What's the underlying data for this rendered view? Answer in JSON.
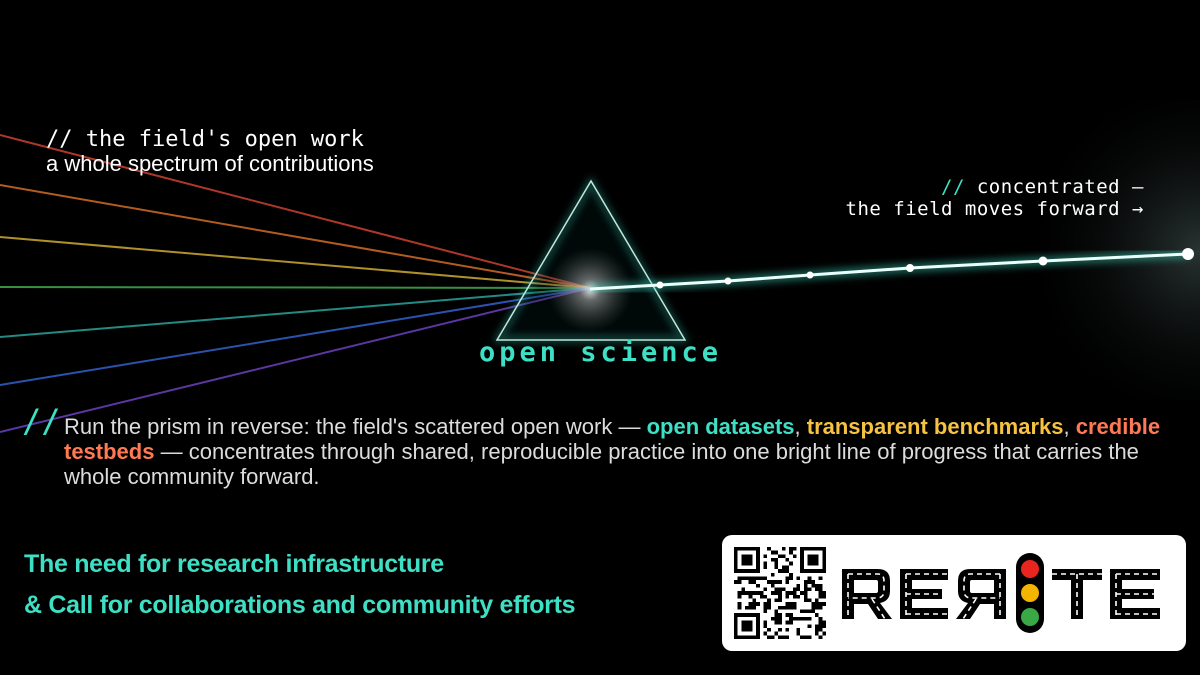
{
  "left_caption": {
    "line1": "// the field's open work",
    "line2": "a whole spectrum of contributions"
  },
  "right_caption": {
    "line1_prefix": "//",
    "line1_text": " concentrated —",
    "line2": "the field moves forward →"
  },
  "prism_label": "open science",
  "paragraph": {
    "mark": "//",
    "part1": "Run the prism in reverse: the field's scattered open work — ",
    "hl1": "open datasets",
    "part2": ", ",
    "hl2": "transparent benchmarks",
    "part3": ", ",
    "hl3": "credible testbeds",
    "part4": " — concentrates through shared, reproducible practice into one bright line of progress that carries the whole community forward."
  },
  "heading": {
    "line1": "The need for research infrastructure",
    "line2": "& Call for collaborations and community efforts"
  },
  "logo": {
    "wordmark": "RERITE",
    "lights": [
      "#e8251f",
      "#f4b400",
      "#3aa845"
    ]
  },
  "colors": {
    "accent": "#3ee0c5",
    "highlight_yellow": "#f5c241",
    "highlight_orange": "#ff7a52",
    "spectrum": [
      "#e84a3a",
      "#f07a2a",
      "#e8c23a",
      "#4cc05a",
      "#2fb8b0",
      "#3a6ee8",
      "#7a4ad8"
    ]
  }
}
